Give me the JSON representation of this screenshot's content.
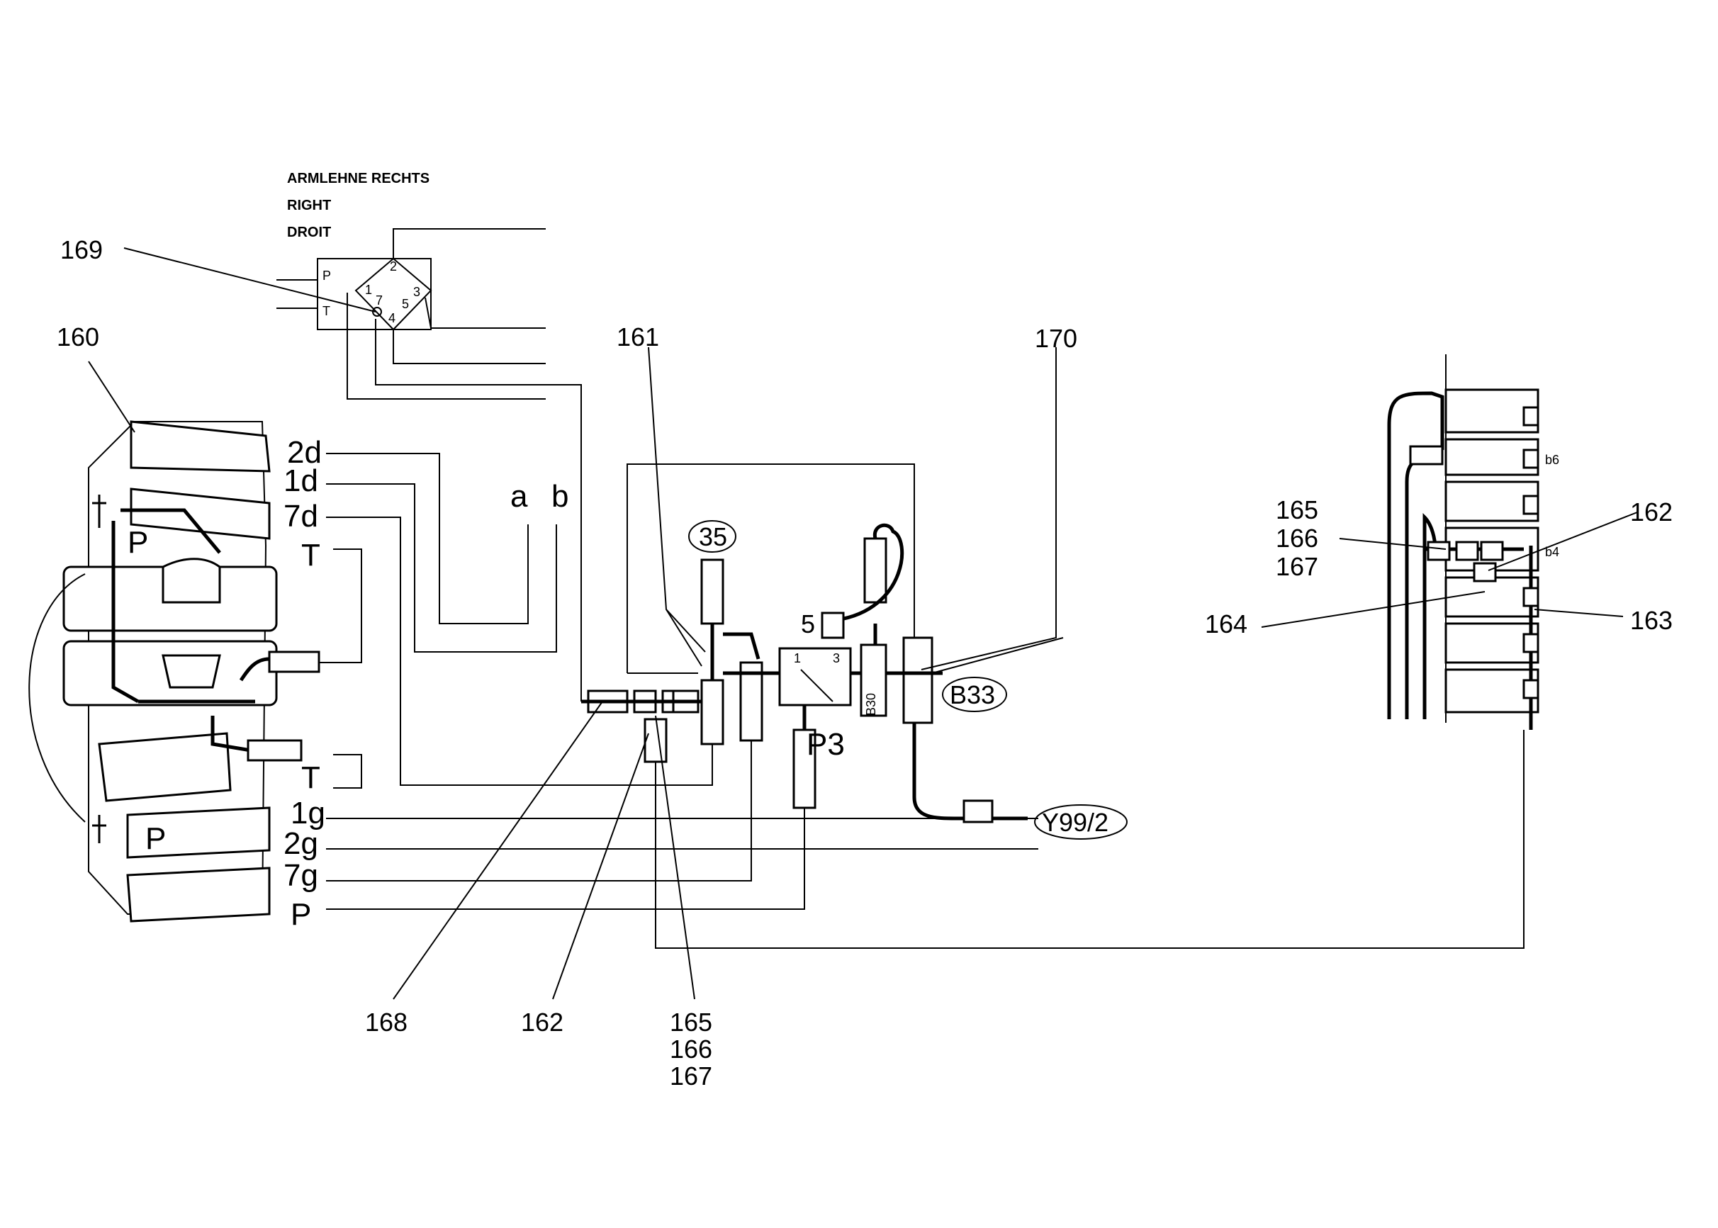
{
  "header": {
    "line1": "ARMLEHNE RECHTS",
    "line2": "RIGHT",
    "line3": "DROIT"
  },
  "callouts": {
    "c169": "169",
    "c160": "160",
    "c161": "161",
    "c170": "170",
    "c168": "168",
    "c162_bottom": "162",
    "c165_bottom": "165",
    "c166_bottom": "166",
    "c167_bottom": "167",
    "c165_right": "165",
    "c166_right": "166",
    "c167_right": "167",
    "c162_right": "162",
    "c164": "164",
    "c163": "163"
  },
  "ports": {
    "p2d": "2d",
    "p1d": "1d",
    "p7d": "7d",
    "pT_top": "T",
    "pT_bottom": "T",
    "p1g": "1g",
    "p2g": "2g",
    "p7g": "7g",
    "pP": "P",
    "a": "a",
    "b": "b",
    "P_upper": "P",
    "P_lower": "P"
  },
  "valve": {
    "P": "P",
    "T": "T",
    "n1": "1",
    "n2": "2",
    "n3": "3",
    "n4": "4",
    "n5": "5",
    "n7": "7"
  },
  "tags": {
    "t35": "35",
    "tB33": "B33",
    "tY99": "Y99/2",
    "tP3": "P3",
    "t5": "5",
    "tB30": "B30",
    "tb6": "b6",
    "tb4": "b4",
    "n1_block": "1",
    "n3_block": "3"
  },
  "colors": {
    "ink": "#000000",
    "paper": "#ffffff"
  }
}
